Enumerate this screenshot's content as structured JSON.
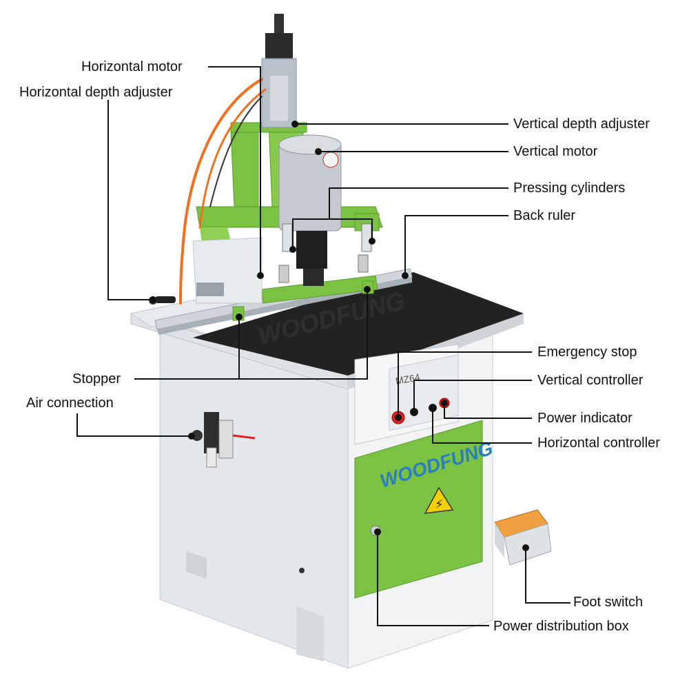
{
  "brand": {
    "logo_text": "WOODFUNG",
    "panel_text": "MZ64"
  },
  "colors": {
    "machine_green": "#7cc242",
    "cabinet_white": "#eef0f2",
    "table_black": "#202020",
    "pedal_orange": "#f0a040",
    "hose_orange": "#f07020"
  },
  "labels": {
    "horizontal_motor": "Horizontal motor",
    "horizontal_depth_adjuster": "Horizontal depth adjuster",
    "vertical_depth_adjuster": "Vertical depth adjuster",
    "vertical_motor": "Vertical motor",
    "pressing_cylinders": "Pressing cylinders",
    "back_ruler": "Back ruler",
    "emergency_stop": "Emergency stop",
    "vertical_controller": "Vertical controller",
    "stopper": "Stopper",
    "power_indicator": "Power indicator",
    "air_connection": "Air connection",
    "horizontal_controller": "Horizontal controller",
    "foot_switch": "Foot switch",
    "power_distribution_box": "Power distribution box"
  }
}
